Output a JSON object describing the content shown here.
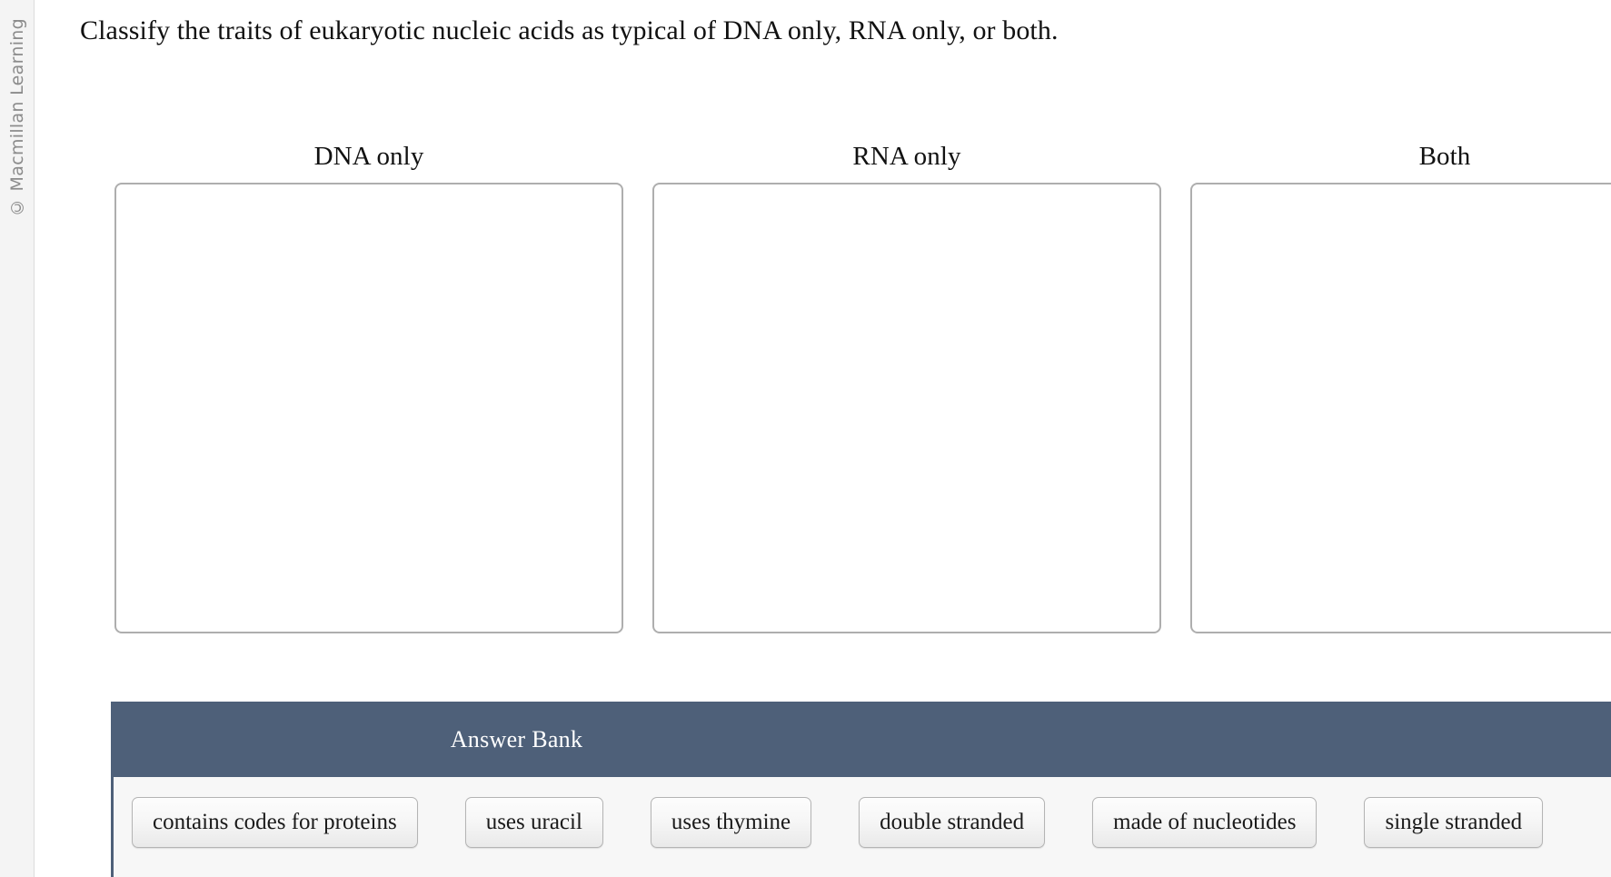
{
  "branding": {
    "copyright": "© Macmillan Learning"
  },
  "prompt": {
    "text": "Classify the traits of eukaryotic nucleic acids as typical of DNA only, RNA only, or both."
  },
  "categories": [
    {
      "label": "DNA only",
      "items": []
    },
    {
      "label": "RNA only",
      "items": []
    },
    {
      "label": "Both",
      "items": []
    }
  ],
  "answer_bank": {
    "title": "Answer Bank",
    "items": [
      {
        "label": "contains codes for proteins"
      },
      {
        "label": "uses uracil"
      },
      {
        "label": "uses thymine"
      },
      {
        "label": "double stranded"
      },
      {
        "label": "made of nucleotides"
      },
      {
        "label": "single stranded"
      }
    ]
  },
  "colors": {
    "bank_header_bg": "#4e6079",
    "bank_body_bg": "#f7f7f7",
    "dropzone_border": "#aeaeae",
    "rail_bg": "#f4f4f4",
    "chip_border": "#b4b4b4",
    "text": "#111111"
  }
}
